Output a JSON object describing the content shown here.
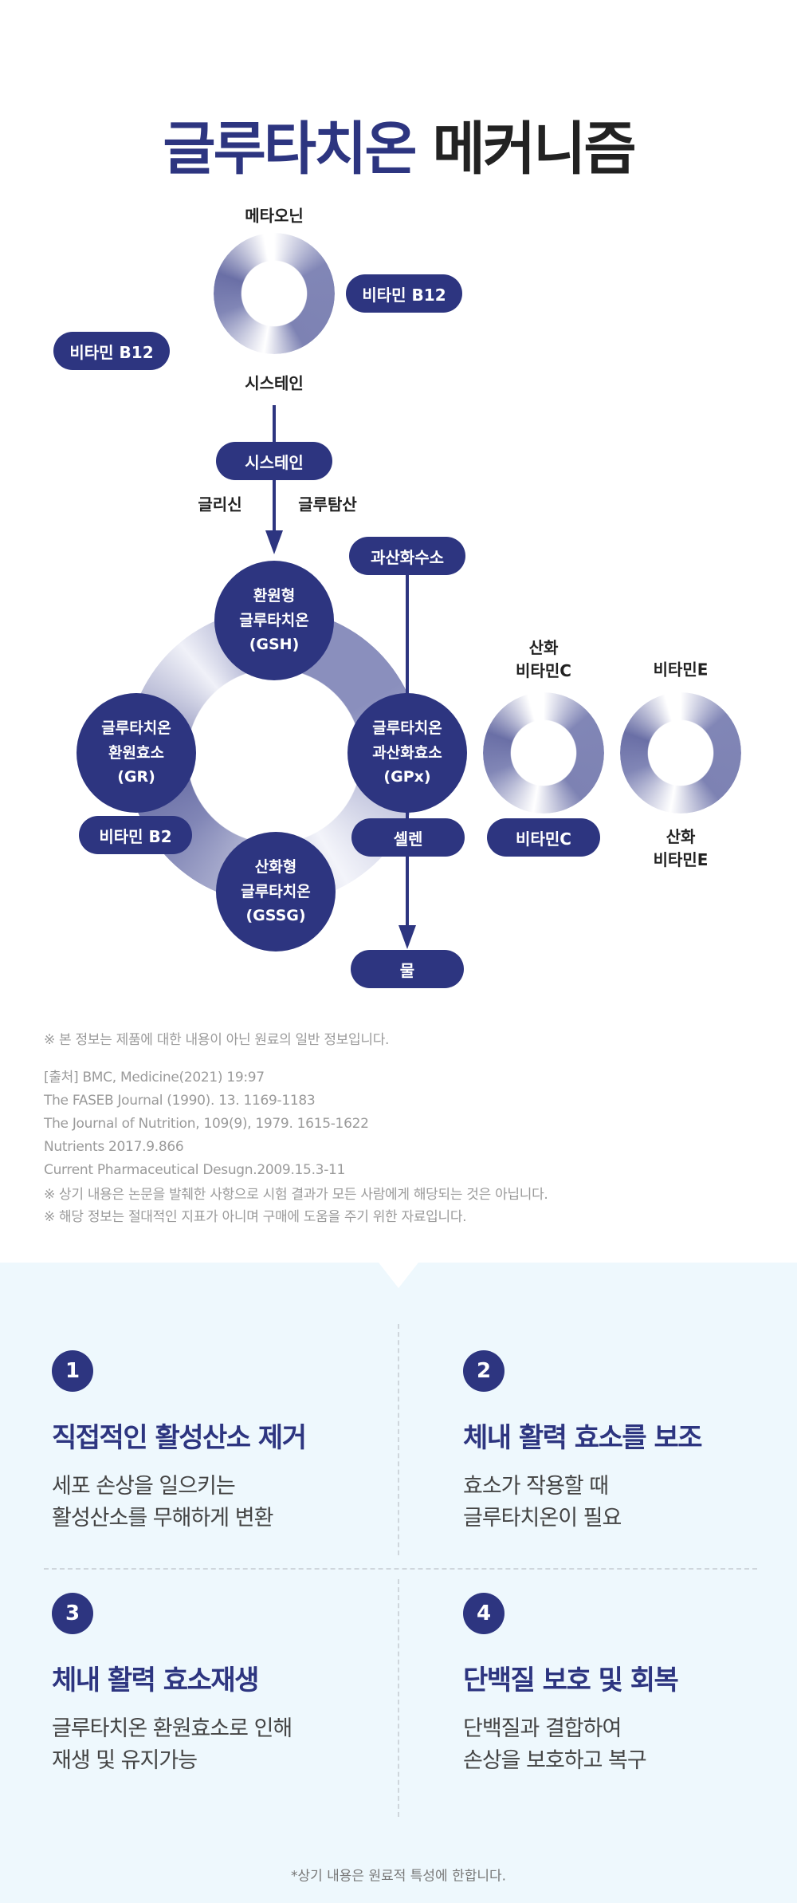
{
  "title": {
    "part1": "글루타치온",
    "part2": "메커니즘"
  },
  "diagram": {
    "methionine": "메타오닌",
    "b12_right": "비타민 B12",
    "b12_left": "비타민 B12",
    "cysteine_label": "시스테인",
    "cysteine_pill": "시스테인",
    "glycine": "글리신",
    "glutamate": "글루탐산",
    "h2o2": "과산화수소",
    "gsh": [
      "환원형",
      "글루타치온",
      "(GSH)"
    ],
    "gr": [
      "글루타치온",
      "환원효소",
      "(GR)"
    ],
    "gpx": [
      "글루타치온",
      "과산화효소",
      "(GPx)"
    ],
    "gssg": [
      "산화형",
      "글루타치온",
      "(GSSG)"
    ],
    "b2": "비타민 B2",
    "selenium": "셀렌",
    "water": "물",
    "vitc": "비타민C",
    "oxidized_vitc": [
      "산화",
      "비타민C"
    ],
    "vite": "비타민E",
    "oxidized_vite": [
      "산화",
      "비타민E"
    ]
  },
  "notes": {
    "disclaimer1": "※ 본 정보는 제품에 대한 내용이 아닌 원료의 일반 정보입니다.",
    "sources": [
      "[출처] BMC, Medicine(2021) 19:97",
      "The FASEB Journal (1990). 13. 1169-1183",
      "The  Journal of Nutrition, 109(9), 1979. 1615-1622",
      "Nutrients 2017.9.866",
      "Current Pharmaceutical Desugn.2009.15.3-11"
    ],
    "disclaimer2": "※ 상기 내용은 논문을 발췌한 사항으로 시험 결과가 모든 사람에게 해당되는 것은 아닙니다.",
    "disclaimer3": "※ 해당 정보는 절대적인 지표가 아니며 구매에 도움을 주기 위한 자료입니다."
  },
  "items": [
    {
      "num": "1",
      "title": "직접적인 활성산소 제거",
      "body": [
        "세포 손상을 일으키는",
        "활성산소를 무해하게 변환"
      ]
    },
    {
      "num": "2",
      "title": "체내 활력 효소를 보조",
      "body": [
        "효소가 작용할 때",
        "글루타치온이 필요"
      ]
    },
    {
      "num": "3",
      "title": "체내 활력 효소재생",
      "body": [
        "글루타치온 환원효소로 인해",
        "재생 및 유지가능"
      ]
    },
    {
      "num": "4",
      "title": "단백질 보호 및 회복",
      "body": [
        "단백질과 결합하여",
        "손상을 보호하고 복구"
      ]
    }
  ],
  "footer": "*상기 내용은 원료적 특성에 한합니다.",
  "colors": {
    "primary": "#2d3580",
    "bottom_bg": "#eef8fd"
  }
}
